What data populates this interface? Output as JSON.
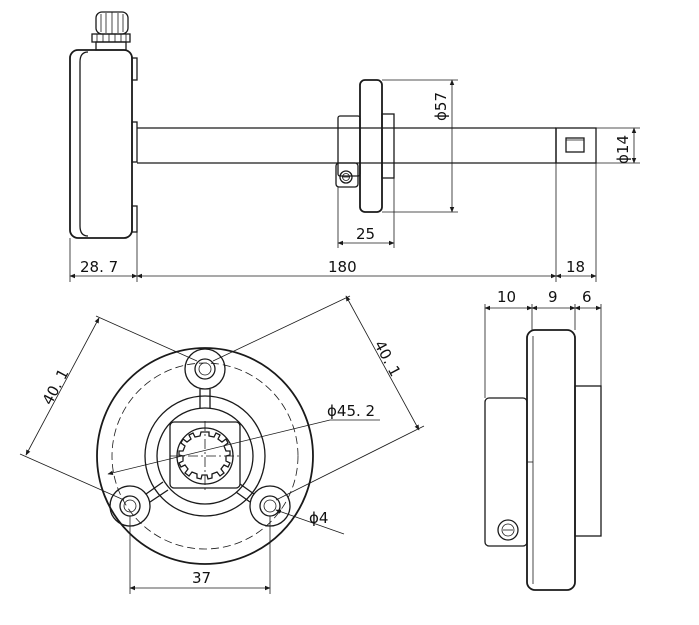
{
  "dimensions": {
    "housing_width": "28. 7",
    "probe_length": "180",
    "tip_length": "18",
    "flange_diameter": "ϕ57",
    "probe_diameter": "ϕ14",
    "clamp_width": "25",
    "hole_spacing_left": "40. 1",
    "hole_spacing_right": "40. 1",
    "flange_inner_diameter": "ϕ45. 2",
    "hole_diameter": "ϕ4",
    "hole_horizontal_spacing": "37",
    "side_width_a": "10",
    "side_width_b": "9",
    "side_width_c": "6"
  }
}
